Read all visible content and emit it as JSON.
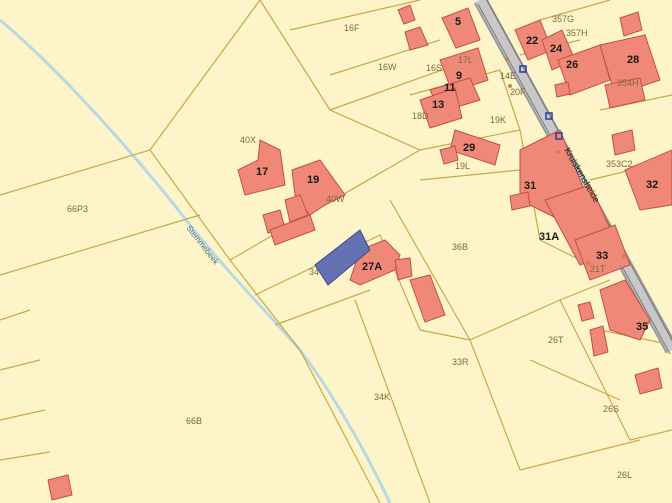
{
  "map": {
    "colors": {
      "background": "#fdf5c9",
      "boundary": "#c8a84a",
      "building": "#f08878",
      "building_stroke": "#c0504a",
      "selected_building": "#6472b4",
      "rail": "#9a9a9a",
      "stream": "#b8d8e4"
    },
    "street_name": "Kruiskensheide",
    "stream_name": "Stemmebeek",
    "parcel_labels": [
      "16F",
      "16W",
      "16S",
      "17L",
      "14E",
      "20F",
      "18D",
      "19K",
      "40X",
      "40W",
      "19L",
      "353C2",
      "66P3",
      "36B",
      "34",
      "27A",
      "21T",
      "26T",
      "33R",
      "34K",
      "66B",
      "26S",
      "26L",
      "357G",
      "357H",
      "354H"
    ],
    "house_numbers": [
      "5",
      "22",
      "24",
      "26",
      "28",
      "9",
      "11",
      "13",
      "29",
      "17",
      "19",
      "31",
      "32",
      "31A",
      "33",
      "35"
    ]
  }
}
